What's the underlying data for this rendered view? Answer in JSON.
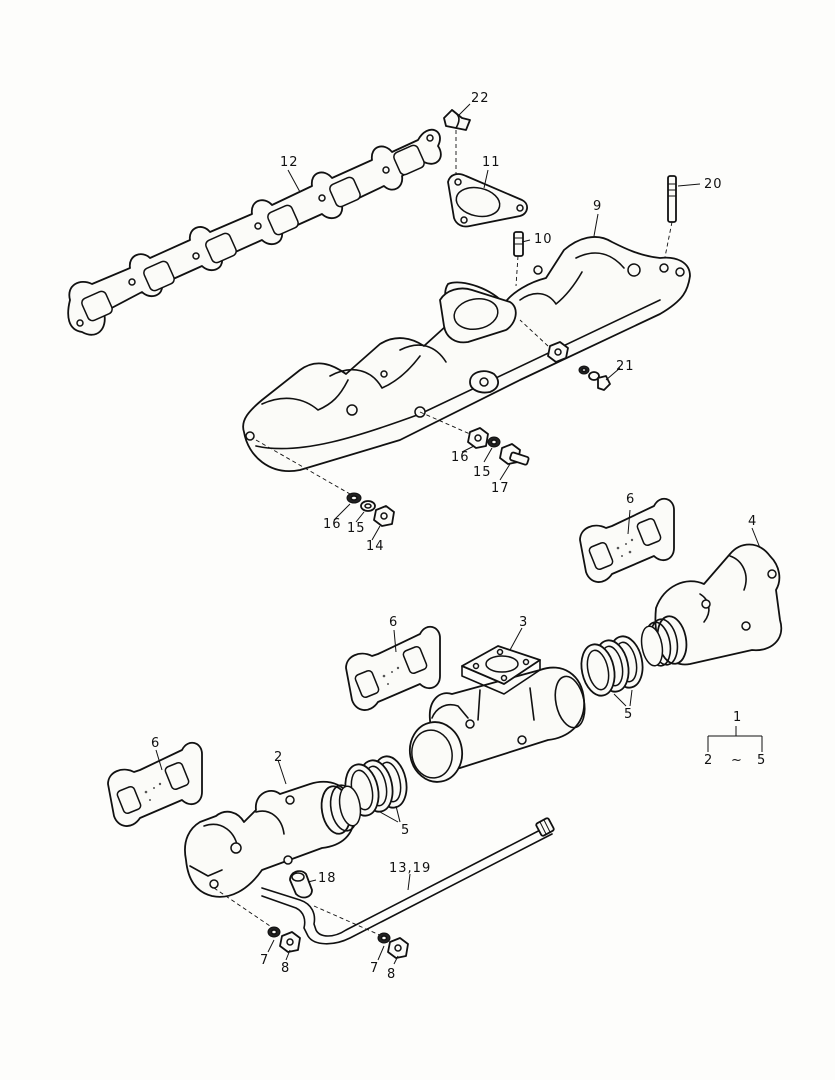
{
  "callouts": {
    "p22": "22",
    "p12": "12",
    "p11": "11",
    "p20": "20",
    "p9": "9",
    "p10": "10",
    "p21": "21",
    "p16a": "16",
    "p15a": "15",
    "p17": "17",
    "p16b": "16",
    "p15b": "15",
    "p14": "14",
    "p6a": "6",
    "p4": "4",
    "p6b": "6",
    "p3": "3",
    "p5a": "5",
    "p1": "1",
    "p2to5_start": "2",
    "p2to5_tilde": "~",
    "p2to5_end": "5",
    "p6c": "6",
    "p2": "2",
    "p5b": "5",
    "p18": "18",
    "p13_19": "13,19",
    "p7a": "7",
    "p8a": "8",
    "p7b": "7",
    "p8b": "8"
  },
  "colors": {
    "line": "#111111",
    "paper": "#fdfdfb"
  }
}
